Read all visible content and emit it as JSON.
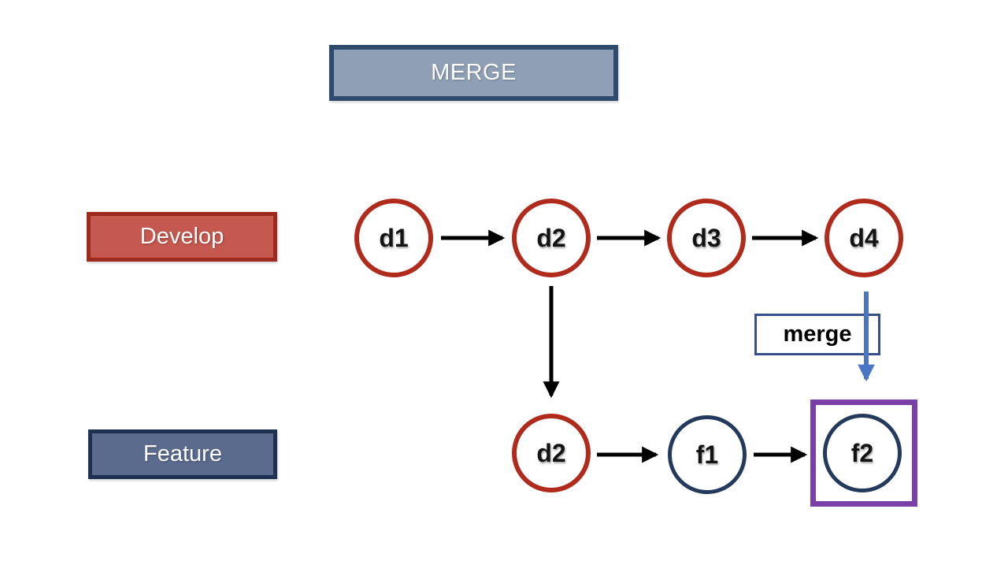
{
  "banner": {
    "label": "MERGE"
  },
  "branches": {
    "develop": {
      "label": "Develop",
      "nodes": [
        "d1",
        "d2",
        "d3",
        "d4"
      ]
    },
    "feature": {
      "label": "Feature",
      "nodes": [
        "d2",
        "f1",
        "f2"
      ]
    }
  },
  "merge_annotation": {
    "label": "merge"
  },
  "colors": {
    "banner_fill": "#8fa0b6",
    "banner_border": "#2e4b6e",
    "develop_fill": "#c5584f",
    "develop_border": "#9e2a1e",
    "feature_fill": "#5a6b8e",
    "feature_border": "#1f3150",
    "develop_node_stroke": "#b12b1d",
    "feature_node_stroke": "#243a5c",
    "connector_arrow": "#000000",
    "merge_arrow": "#4a74c4",
    "merge_box_border": "#365089",
    "highlight_box": "#7b3fa8",
    "background": "#ffffff"
  }
}
